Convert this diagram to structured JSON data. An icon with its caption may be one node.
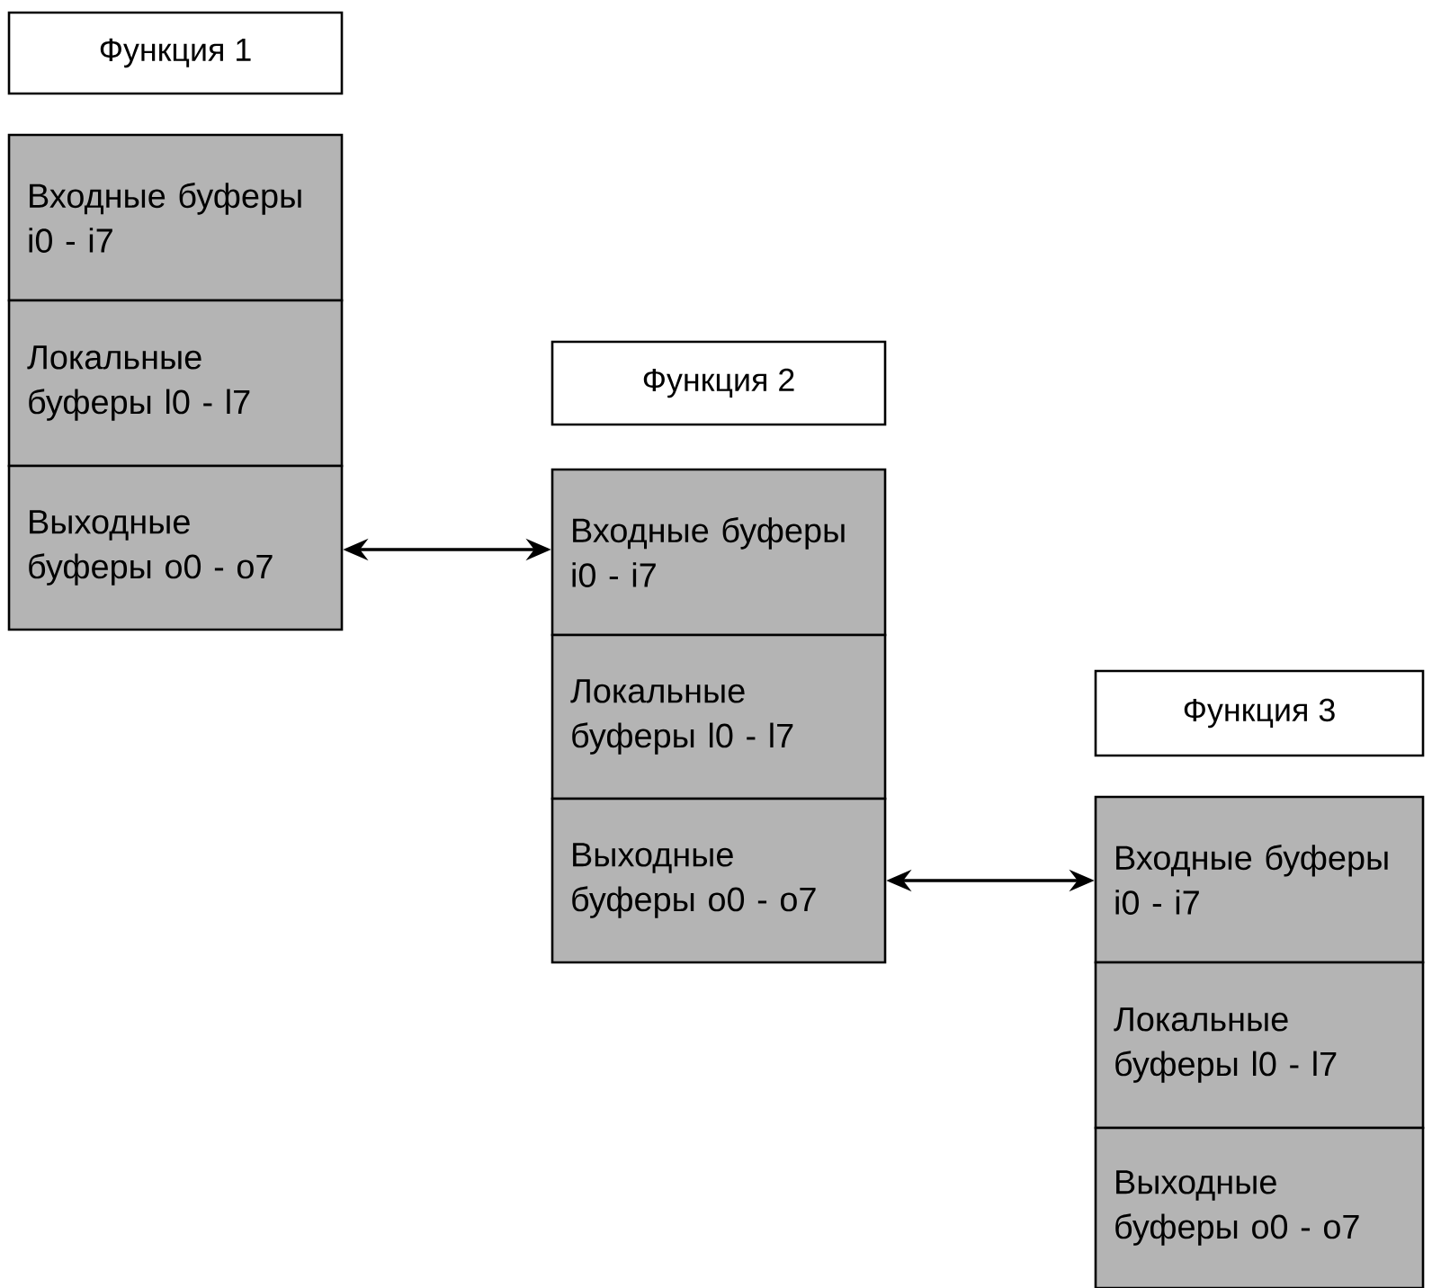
{
  "diagram": {
    "nodes": [
      {
        "text": [
          "Функция 1"
        ]
      },
      {
        "text": [
          "Входные буферы i0 - i7"
        ]
      },
      {
        "text": [
          "Локальные буферы l0 - l7"
        ]
      },
      {
        "text": [
          "Выходные буферы o0 - o7"
        ]
      },
      {
        "text": [
          "Функция 2"
        ]
      },
      {
        "text": [
          "Входные буферы i0 - i7"
        ]
      },
      {
        "text": [
          "Локальные буферы l0 - l7"
        ]
      },
      {
        "text": [
          "Выходные буферы o0 - o7"
        ]
      },
      {
        "text": [
          "Функция 3"
        ]
      },
      {
        "text": [
          "Входные буферы i0 - i7"
        ]
      },
      {
        "text": [
          "Локальные буферы l0 - l7"
        ]
      },
      {
        "text": [
          "Выходные буферы o0 - o7"
        ]
      }
    ],
    "edges": [
      {
        "from": 3,
        "to": 5,
        "arrow": "both"
      },
      {
        "from": 7,
        "to": 9,
        "arrow": "both"
      }
    ]
  }
}
